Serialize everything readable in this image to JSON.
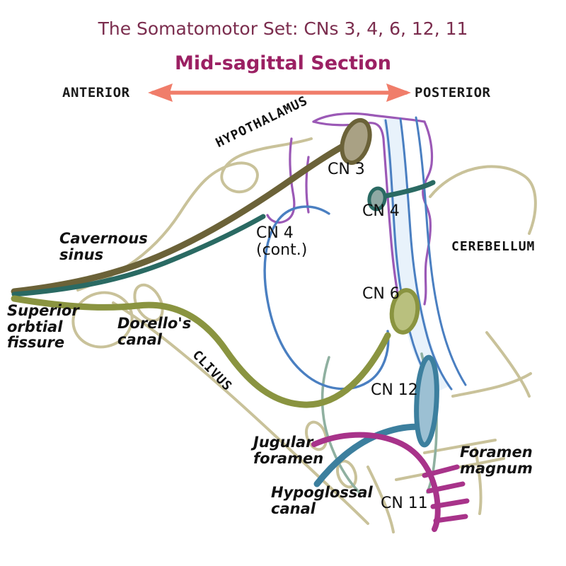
{
  "title": {
    "main": "The Somatomotor Set: CNs 3, 4, 6, 12, 11",
    "sub": "Mid-sagittal Section",
    "main_color": "#7b2d4e",
    "sub_color": "#9b2063"
  },
  "orientation": {
    "anterior": "ANTERIOR",
    "posterior": "POSTERIOR",
    "arrow_color": "#f07d6a"
  },
  "labels": {
    "hypothalamus": "HYPOTHALAMUS",
    "cerebellum": "CEREBELLUM",
    "clivus": "CLIVUS",
    "cavernous_sinus": "Cavernous\nsinus",
    "superior_orbital_fissure": "Superior\norbtial\nfissure",
    "dorellos_canal": "Dorello's\ncanal",
    "jugular_foramen": "Jugular\nforamen",
    "hypoglossal_canal": "Hypoglossal\ncanal",
    "foramen_magnum": "Foramen\nmagnum",
    "cn3": "CN 3",
    "cn4": "CN 4",
    "cn4_cont": "CN 4\n(cont.)",
    "cn6": "CN 6",
    "cn12": "CN 12",
    "cn11": "CN 11"
  },
  "nerves": [
    {
      "id": "cn3",
      "name": "CN 3",
      "color": "#6b6238",
      "nucleus_fill": "#a9a184"
    },
    {
      "id": "cn4",
      "name": "CN 4",
      "color": "#2a6a63",
      "nucleus_fill": "#8fa9a4"
    },
    {
      "id": "cn6",
      "name": "CN 6",
      "color": "#8a9440",
      "nucleus_fill": "#b9c07e"
    },
    {
      "id": "cn12",
      "name": "CN 12",
      "color": "#3c7f9e",
      "nucleus_fill": "#9cc0d3"
    },
    {
      "id": "cn11",
      "name": "CN 11",
      "color": "#a8338a",
      "nucleus_fill": "#a8338a"
    }
  ],
  "structures": {
    "brainstem_outline_color": "#9b59b6",
    "ventricle_fill": "#e8f2fb",
    "ventricle_outline": "#4a7fc1",
    "bone_color": "#c9c29a",
    "cn4_loop_color": "#4a7fc1",
    "spinal_cord_color": "#8fb0a0",
    "background": "#ffffff"
  },
  "chart_data": {
    "type": "diagram",
    "title": "The Somatomotor Set: CNs 3, 4, 6, 12, 11",
    "subtitle": "Mid-sagittal Section",
    "view": "mid-sagittal",
    "items": [
      {
        "label": "CN 3",
        "exit": "Superior orbital fissure",
        "color": "#6b6238"
      },
      {
        "label": "CN 4",
        "exit": "Superior orbital fissure",
        "color": "#2a6a63"
      },
      {
        "label": "CN 6",
        "exit": "Dorello's canal / Superior orbital fissure",
        "color": "#8a9440"
      },
      {
        "label": "CN 12",
        "exit": "Hypoglossal canal",
        "color": "#3c7f9e"
      },
      {
        "label": "CN 11",
        "exit": "Jugular foramen / Foramen magnum",
        "color": "#a8338a"
      }
    ],
    "landmarks": [
      "HYPOTHALAMUS",
      "CEREBELLUM",
      "CLIVUS",
      "Cavernous sinus",
      "Superior orbtial fissure",
      "Dorello's canal",
      "Jugular foramen",
      "Hypoglossal canal",
      "Foramen magnum"
    ]
  }
}
